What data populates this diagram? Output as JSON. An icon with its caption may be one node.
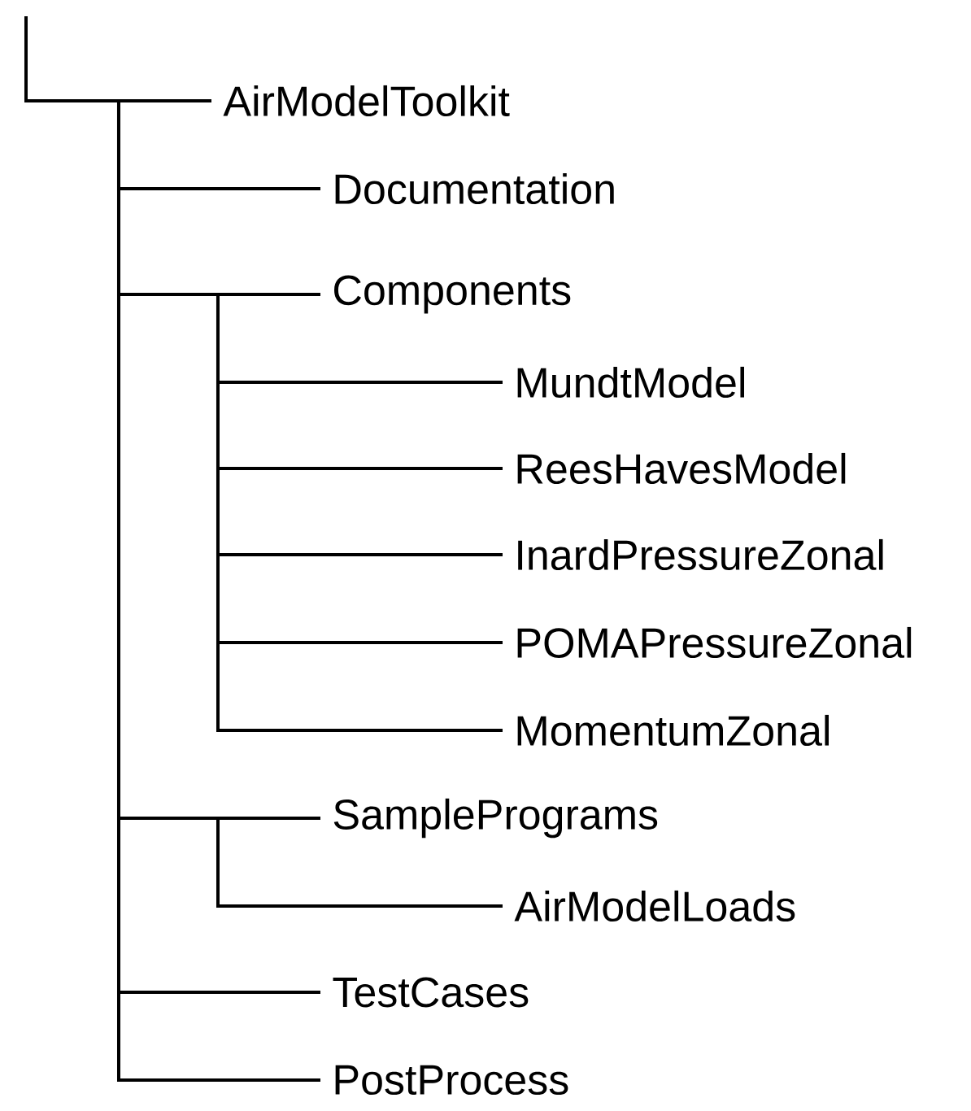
{
  "diagram": {
    "nodes": [
      {
        "text": [
          "AirModelToolkit"
        ]
      },
      {
        "text": [
          "Documentation"
        ]
      },
      {
        "text": [
          "Components"
        ]
      },
      {
        "text": [
          "MundtModel"
        ]
      },
      {
        "text": [
          "ReesHavesModel"
        ]
      },
      {
        "text": [
          "InardPressureZonal"
        ]
      },
      {
        "text": [
          "POMAPressureZonal"
        ]
      },
      {
        "text": [
          "MomentumZonal"
        ]
      },
      {
        "text": [
          "SamplePrograms"
        ]
      },
      {
        "text": [
          "AirModelLoads"
        ]
      },
      {
        "text": [
          "TestCases"
        ]
      },
      {
        "text": [
          "PostProcess"
        ]
      }
    ],
    "edges": [
      {
        "from": null,
        "to": 0,
        "arrow": "none"
      },
      {
        "from": 0,
        "to": 1,
        "arrow": "none"
      },
      {
        "from": 0,
        "to": 2,
        "arrow": "none"
      },
      {
        "from": 2,
        "to": 3,
        "arrow": "none"
      },
      {
        "from": 2,
        "to": 4,
        "arrow": "none"
      },
      {
        "from": 2,
        "to": 5,
        "arrow": "none"
      },
      {
        "from": 2,
        "to": 6,
        "arrow": "none"
      },
      {
        "from": 2,
        "to": 7,
        "arrow": "none"
      },
      {
        "from": 0,
        "to": 8,
        "arrow": "none"
      },
      {
        "from": 8,
        "to": 9,
        "arrow": "none"
      },
      {
        "from": 0,
        "to": 10,
        "arrow": "none"
      },
      {
        "from": 0,
        "to": 11,
        "arrow": "none"
      }
    ]
  }
}
